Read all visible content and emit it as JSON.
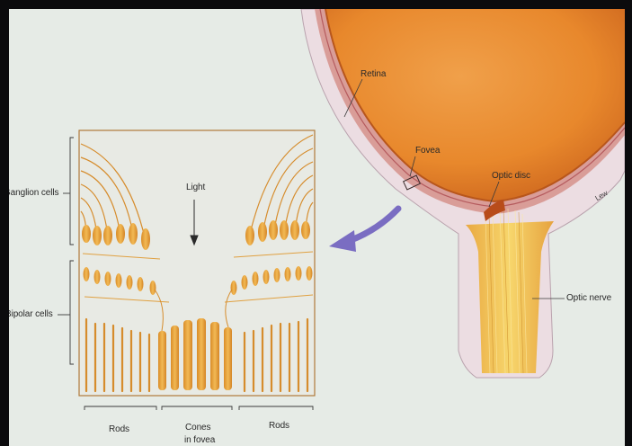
{
  "labels": {
    "retina": "Retina",
    "fovea": "Fovea",
    "optic_disc": "Optic disc",
    "optic_nerve": "Optic nerve",
    "ganglion_cells": "Ganglion cells",
    "bipolar_cells": "Bipolar cells",
    "light": "Light",
    "rods_left": "Rods",
    "cones_line1": "Cones",
    "cones_line2": "in fovea",
    "rods_right": "Rods",
    "artist_signature": "Lew"
  },
  "colors": {
    "slide_background": "#e6ebe6",
    "screen_border": "#0b0b0d",
    "eyeball": "#e8892e",
    "retina_layer": "#d9a4a0",
    "sclera": "#f0e6ea",
    "cells": "#e8a33c",
    "arrow": "#7b6fc4",
    "nerve": "#f2c75a"
  }
}
